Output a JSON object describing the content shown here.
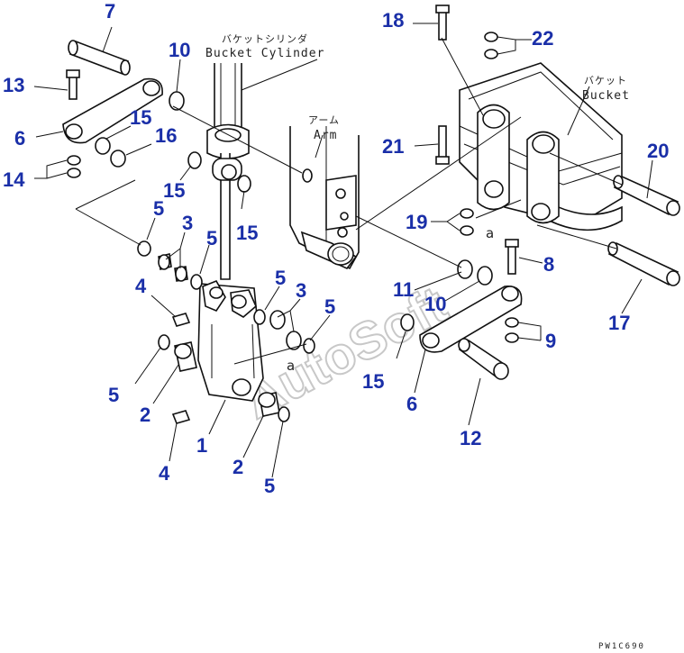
{
  "labels": {
    "bucket_cylinder_jp": "バケットシリンダ",
    "bucket_cylinder_en": "Bucket Cylinder",
    "arm_jp": "アーム",
    "arm_en": "Arm",
    "bucket_jp": "バケット",
    "bucket_en": "Bucket",
    "ref_a1": "a",
    "ref_a2": "a",
    "drawing_code": "PW1C690",
    "watermark": "AutoSoft"
  },
  "callouts": [
    "7",
    "10",
    "13",
    "6",
    "15",
    "16",
    "14",
    "15",
    "5",
    "3",
    "5",
    "15",
    "4",
    "5",
    "3",
    "5",
    "5",
    "2",
    "1",
    "4",
    "2",
    "5",
    "18",
    "22",
    "21",
    "19",
    "20",
    "11",
    "10",
    "8",
    "9",
    "17",
    "15",
    "6",
    "12"
  ]
}
